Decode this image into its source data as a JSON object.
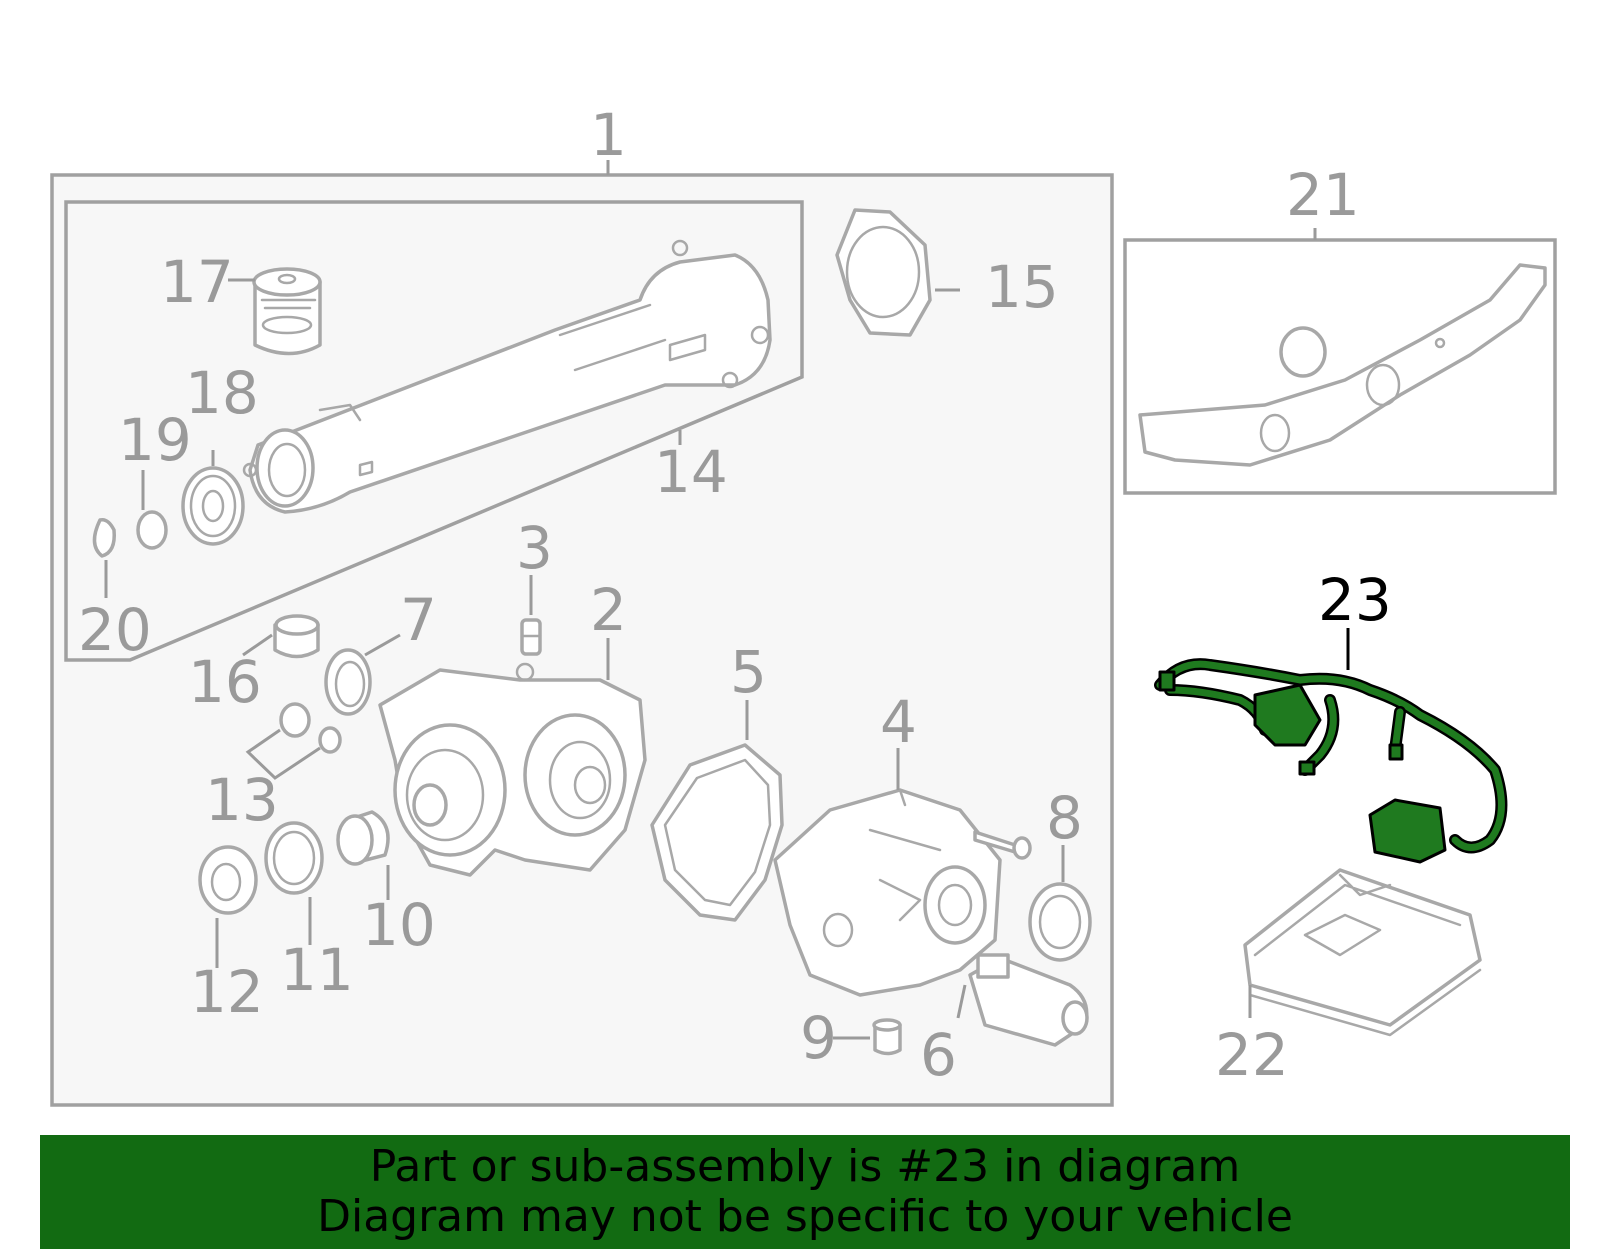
{
  "callouts": {
    "c1": "1",
    "c2": "2",
    "c3": "3",
    "c4": "4",
    "c5": "5",
    "c6": "6",
    "c7": "7",
    "c8": "8",
    "c9": "9",
    "c10": "10",
    "c11": "11",
    "c12": "12",
    "c13": "13",
    "c14": "14",
    "c15": "15",
    "c16": "16",
    "c17": "17",
    "c18": "18",
    "c19": "19",
    "c20": "20",
    "c21": "21",
    "c22": "22",
    "c23": "23"
  },
  "highlighted_part": "23",
  "colors": {
    "highlight": "#1f7a1f",
    "banner": "#126b12",
    "line_art": "#a8a8a8"
  },
  "banner": {
    "line1": "Part or sub-assembly is #23 in diagram",
    "line2": "Diagram may not be specific to your vehicle"
  }
}
